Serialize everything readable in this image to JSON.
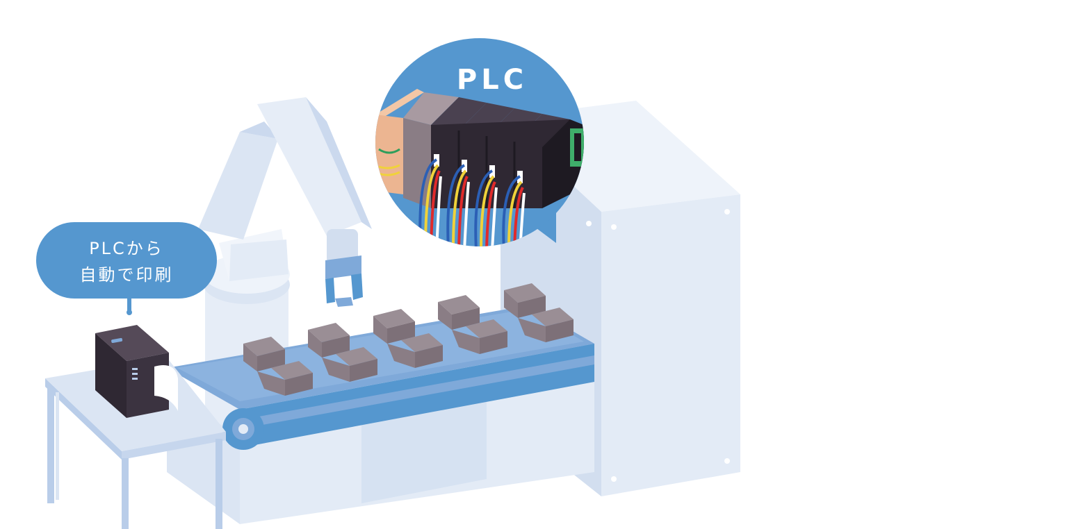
{
  "callout_printer": {
    "line1": "PLCから",
    "line2": "自動で印刷"
  },
  "callout_plc": {
    "title": "PLC"
  },
  "colors": {
    "bubble_blue": "#5597cf",
    "conveyor_blue": "#7fa9d9",
    "machine_light": "#e3ebf6",
    "printer_dark": "#3b3340",
    "product_brown": "#7d7078"
  },
  "icons": [
    "robot-arm",
    "conveyor-belt",
    "label-printer",
    "plc-unit",
    "control-cabinet",
    "product-box"
  ]
}
